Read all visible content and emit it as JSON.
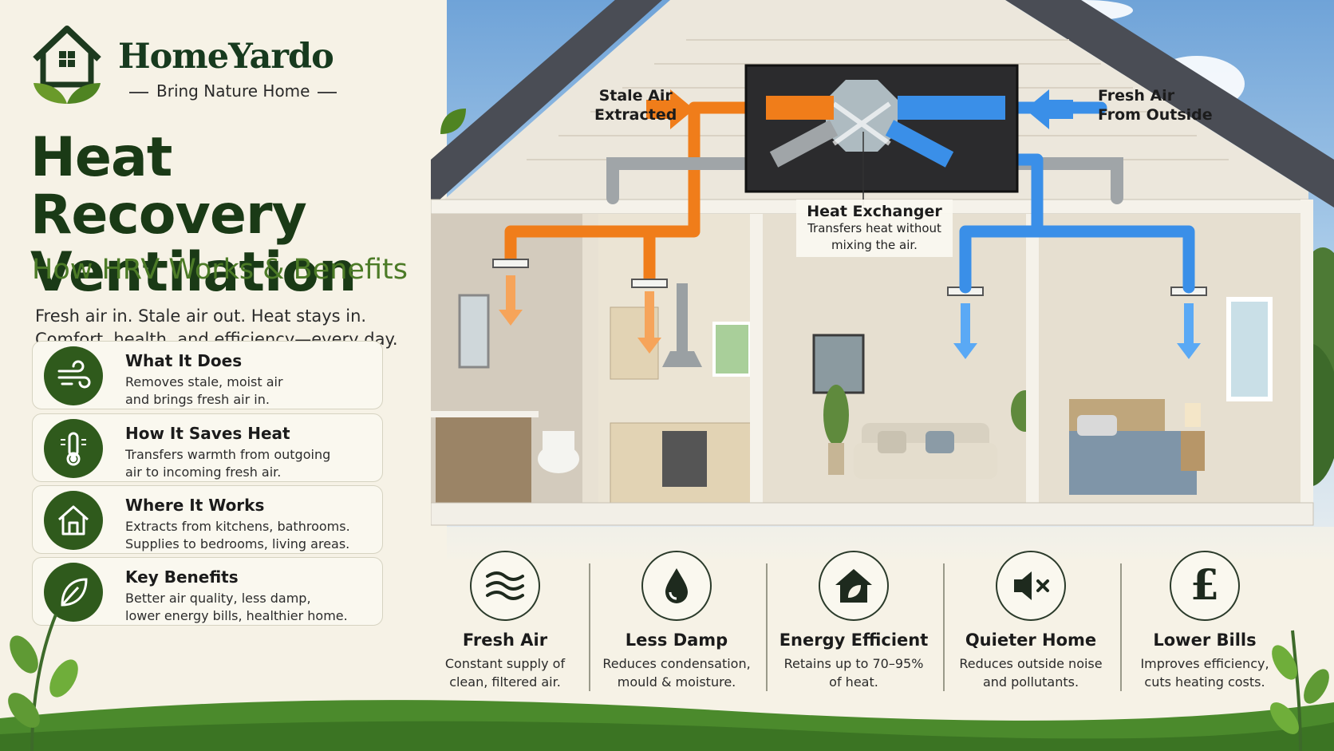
{
  "brand": {
    "name": "HomeYardo",
    "tagline": "Bring Nature Home"
  },
  "title_line1": "Heat Recovery",
  "title_line2": "Ventilation",
  "subtitle": "How HRV Works & Benefits",
  "intro_line1": "Fresh air in. Stale air out. Heat stays in.",
  "intro_line2": "Comfort, health, and efficiency—every day.",
  "cards": [
    {
      "title": "What It Does",
      "line1": "Removes stale, moist air",
      "line2": "and brings fresh air in.",
      "icon": "wind-icon"
    },
    {
      "title": "How It Saves Heat",
      "line1": "Transfers warmth from outgoing",
      "line2": "air to incoming fresh air.",
      "icon": "thermometer-icon"
    },
    {
      "title": "Where It Works",
      "line1": "Extracts from kitchens, bathrooms.",
      "line2": "Supplies to bedrooms, living areas.",
      "icon": "house-icon"
    },
    {
      "title": "Key Benefits",
      "line1": "Better air quality, less damp,",
      "line2": "lower energy bills, healthier home.",
      "icon": "leaf-icon"
    }
  ],
  "diagram": {
    "stale_line1": "Stale Air",
    "stale_line2": "Extracted",
    "fresh_line1": "Fresh Air",
    "fresh_line2": "From Outside",
    "hx_title": "Heat Exchanger",
    "hx_line1": "Transfers heat without",
    "hx_line2": "mixing the air.",
    "colors": {
      "stale": "#f07d1a",
      "fresh": "#3a8fe8",
      "brand_green": "#2f5a1c"
    }
  },
  "benefits": [
    {
      "title": "Fresh Air",
      "line1": "Constant supply of",
      "line2": "clean, filtered air.",
      "icon": "air-waves-icon"
    },
    {
      "title": "Less Damp",
      "line1": "Reduces condensation,",
      "line2": "mould & moisture.",
      "icon": "water-drop-icon"
    },
    {
      "title": "Energy Efficient",
      "line1": "Retains up to 70–95%",
      "line2": "of heat.",
      "icon": "eco-house-icon"
    },
    {
      "title": "Quieter Home",
      "line1": "Reduces outside noise",
      "line2": "and pollutants.",
      "icon": "mute-speaker-icon"
    },
    {
      "title": "Lower Bills",
      "line1": "Improves efficiency,",
      "line2": "cuts heating costs.",
      "icon": "pound-icon",
      "symbol": "£"
    }
  ]
}
